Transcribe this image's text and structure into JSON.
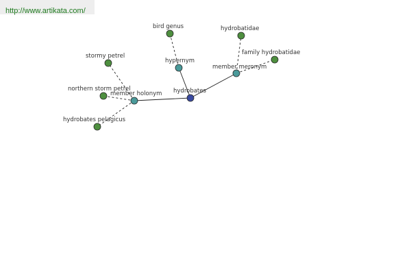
{
  "header": {
    "url_text": "http://www.artikata.com/"
  },
  "diagram": {
    "colors": {
      "root": "#3a4aa0",
      "relation": "#4a9a9a",
      "leaf": "#4e8f3f",
      "node_stroke": "#2a2a2a"
    },
    "nodes": [
      {
        "id": "hydrobates",
        "label": "hydrobates",
        "kind": "root"
      },
      {
        "id": "member-holonym",
        "label": "member holonym",
        "kind": "relation"
      },
      {
        "id": "hypernym",
        "label": "hypernym",
        "kind": "relation"
      },
      {
        "id": "member-meronym",
        "label": "member meronym",
        "kind": "relation"
      },
      {
        "id": "stormy-petrel",
        "label": "stormy petrel",
        "kind": "leaf"
      },
      {
        "id": "northern-storm-petrel",
        "label": "northern storm petrel",
        "kind": "leaf"
      },
      {
        "id": "hydrobates-pelagicus",
        "label": "hydrobates pelagicus",
        "kind": "leaf"
      },
      {
        "id": "bird-genus",
        "label": "bird genus",
        "kind": "leaf"
      },
      {
        "id": "hydrobatidae",
        "label": "hydrobatidae",
        "kind": "leaf"
      },
      {
        "id": "family-hydrobatidae",
        "label": "family hydrobatidae",
        "kind": "leaf"
      }
    ],
    "edges": [
      {
        "from": "hydrobates",
        "to": "member-holonym",
        "style": "solid"
      },
      {
        "from": "hydrobates",
        "to": "hypernym",
        "style": "solid"
      },
      {
        "from": "hydrobates",
        "to": "member-meronym",
        "style": "solid"
      },
      {
        "from": "member-holonym",
        "to": "stormy-petrel",
        "style": "dashed"
      },
      {
        "from": "member-holonym",
        "to": "northern-storm-petrel",
        "style": "dashed"
      },
      {
        "from": "member-holonym",
        "to": "hydrobates-pelagicus",
        "style": "dashed"
      },
      {
        "from": "hypernym",
        "to": "bird-genus",
        "style": "dashed"
      },
      {
        "from": "member-meronym",
        "to": "hydrobatidae",
        "style": "dashed"
      },
      {
        "from": "member-meronym",
        "to": "family-hydrobatidae",
        "style": "dashed"
      }
    ]
  }
}
